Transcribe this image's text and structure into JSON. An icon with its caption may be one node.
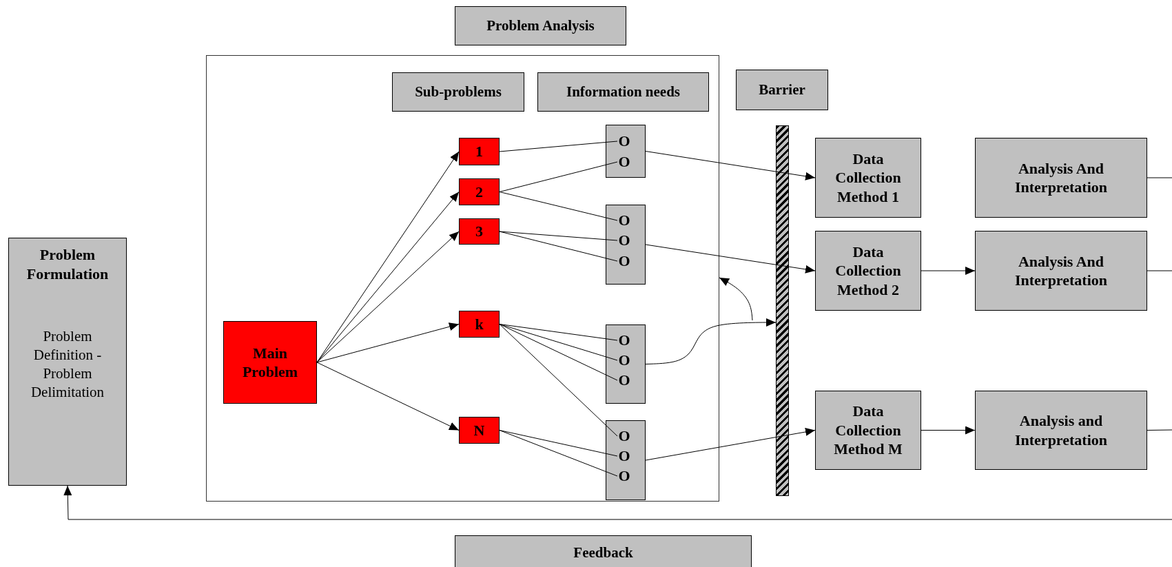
{
  "diagram": {
    "nodes": [
      {
        "text": [
          "Problem Analysis"
        ]
      },
      {
        "text": [],
        "shape": "box"
      },
      {
        "text": [
          "Sub-problems"
        ],
        "in": 1
      },
      {
        "text": [
          "Information needs"
        ],
        "in": 1
      },
      {
        "text": [
          "Main Problem"
        ],
        "in": 1
      },
      {
        "text": [
          "1"
        ],
        "in": 1
      },
      {
        "text": [
          "2"
        ],
        "in": 1
      },
      {
        "text": [
          "3"
        ],
        "in": 1
      },
      {
        "text": [
          "k"
        ],
        "in": 1
      },
      {
        "text": [
          "N"
        ],
        "in": 1
      },
      {
        "text": [],
        "shape": "box",
        "in": 1
      },
      {
        "text": [
          "O"
        ],
        "in": 10
      },
      {
        "text": [
          "O"
        ],
        "in": 10
      },
      {
        "text": [],
        "shape": "box",
        "in": 1
      },
      {
        "text": [
          "O"
        ],
        "in": 13
      },
      {
        "text": [
          "O"
        ],
        "in": 13
      },
      {
        "text": [
          "O"
        ],
        "in": 13
      },
      {
        "text": [],
        "shape": "box",
        "in": 1
      },
      {
        "text": [
          "O"
        ],
        "in": 17
      },
      {
        "text": [
          "O"
        ],
        "in": 17
      },
      {
        "text": [
          "O"
        ],
        "in": 17
      },
      {
        "text": [],
        "shape": "box",
        "in": 1
      },
      {
        "text": [
          "O"
        ],
        "in": 21
      },
      {
        "text": [
          "O"
        ],
        "in": 21
      },
      {
        "text": [
          "O"
        ],
        "in": 21
      },
      {
        "text": [
          "Barrier"
        ]
      },
      {
        "text": [],
        "shape": "bar"
      },
      {
        "text": [
          "Data Collection Method 1"
        ]
      },
      {
        "text": [
          "Analysis And Interpretation"
        ]
      },
      {
        "text": [
          "Data Collection Method 2"
        ]
      },
      {
        "text": [
          "Analysis And Interpretation"
        ]
      },
      {
        "text": [
          "Data Collection Method M"
        ]
      },
      {
        "text": [
          "Analysis and Interpretation"
        ]
      },
      {
        "text": [
          "Problem Formulation",
          "Problem Definition - Problem Delimitation"
        ]
      },
      {
        "text": [
          "Feedback"
        ]
      }
    ],
    "edges": [
      {
        "from": 4,
        "to": 5,
        "arrow": "to"
      },
      {
        "from": 4,
        "to": 6,
        "arrow": "to"
      },
      {
        "from": 4,
        "to": 7,
        "arrow": "to"
      },
      {
        "from": 4,
        "to": 8,
        "arrow": "to"
      },
      {
        "from": 4,
        "to": 9,
        "arrow": "to"
      },
      {
        "from": 5,
        "to": 11,
        "arrow": "none"
      },
      {
        "from": 6,
        "to": 12,
        "arrow": "none"
      },
      {
        "from": 6,
        "to": 14,
        "arrow": "none"
      },
      {
        "from": 7,
        "to": 15,
        "arrow": "none"
      },
      {
        "from": 7,
        "to": 16,
        "arrow": "none"
      },
      {
        "from": 8,
        "to": 18,
        "arrow": "none"
      },
      {
        "from": 8,
        "to": 19,
        "arrow": "none"
      },
      {
        "from": 8,
        "to": 20,
        "arrow": "none"
      },
      {
        "from": 8,
        "to": 22,
        "arrow": "none"
      },
      {
        "from": 9,
        "to": 23,
        "arrow": "none"
      },
      {
        "from": 9,
        "to": 24,
        "arrow": "none"
      },
      {
        "from": 10,
        "to": 27,
        "arrow": "to"
      },
      {
        "from": 13,
        "to": 29,
        "arrow": "to"
      },
      {
        "from": 17,
        "to": 26,
        "arrow": "to"
      },
      {
        "from": null,
        "to": 1,
        "arrow": "to"
      },
      {
        "from": 21,
        "to": 31,
        "arrow": "to"
      },
      {
        "from": 29,
        "to": 30,
        "arrow": "to"
      },
      {
        "from": 31,
        "to": 32,
        "arrow": "to"
      },
      {
        "from": 28,
        "to": null,
        "arrow": "none"
      },
      {
        "from": 30,
        "to": null,
        "arrow": "none"
      },
      {
        "from": 32,
        "to": null,
        "arrow": "none"
      },
      {
        "from": null,
        "to": 33,
        "arrow": "to"
      }
    ]
  }
}
